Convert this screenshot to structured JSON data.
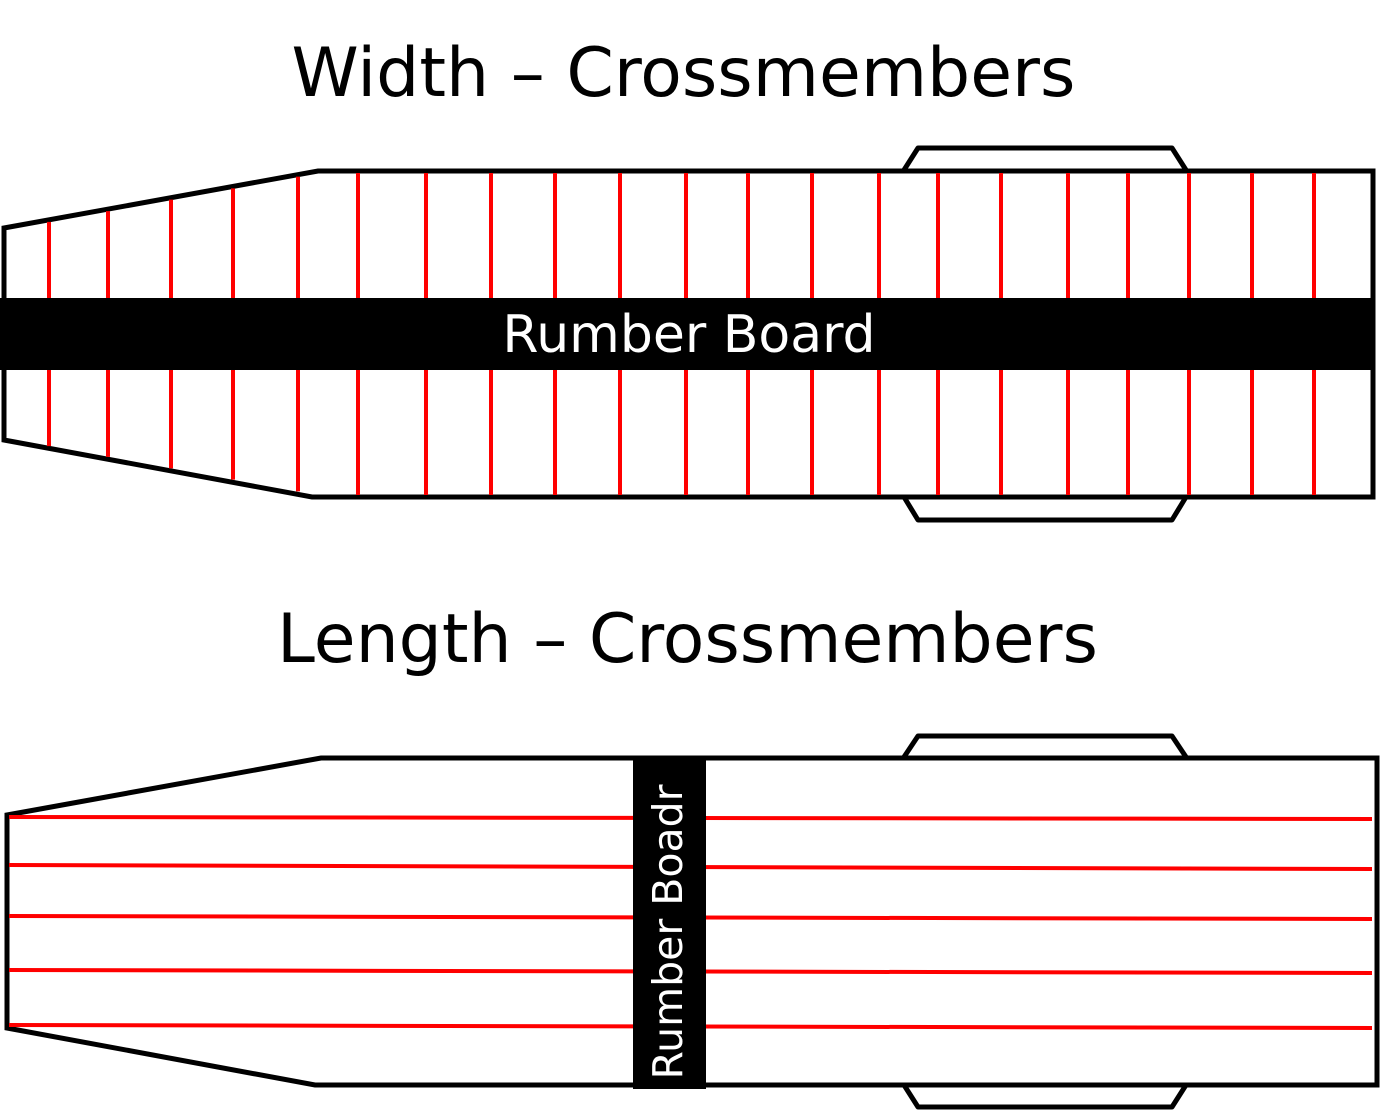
{
  "diagrams": {
    "width": {
      "title": "Width – Crossmembers",
      "board_label": "Rumber Board"
    },
    "length": {
      "title": "Length – Crossmembers",
      "board_label": "Rumber Boadr"
    }
  },
  "colors": {
    "outline": "#000000",
    "crossmember": "#ff0000",
    "board": "#000000",
    "board_text": "#ffffff",
    "background": "#ffffff"
  }
}
